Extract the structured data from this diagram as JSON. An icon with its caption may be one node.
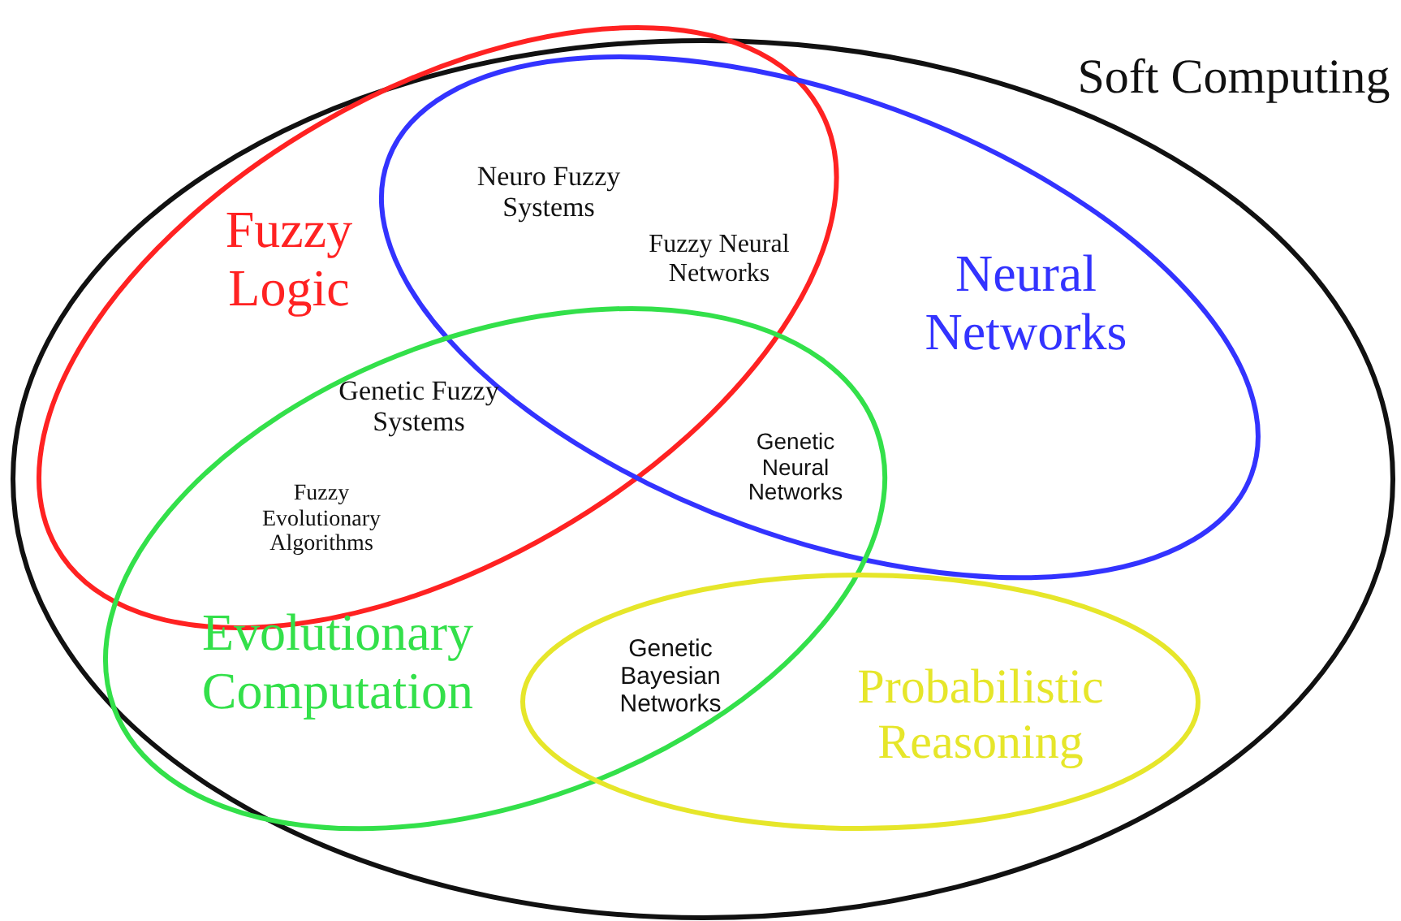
{
  "diagram": {
    "nodes": [
      {
        "text": [
          "Soft Computing"
        ]
      },
      {
        "text": [
          "Fuzzy Logic"
        ],
        "in": 0
      },
      {
        "text": [
          "Neural Networks"
        ],
        "in": 0
      },
      {
        "text": [
          "Evolutionary Computation"
        ],
        "in": 0
      },
      {
        "text": [
          "Probabilistic Reasoning"
        ],
        "in": 0
      }
    ],
    "labels": [
      "Neuro Fuzzy Systems",
      "Fuzzy Neural Networks",
      "Genetic Fuzzy Systems",
      "Fuzzy Evolutionary Algorithms",
      "Genetic Neural Networks",
      "Genetic Bayesian Networks"
    ]
  }
}
